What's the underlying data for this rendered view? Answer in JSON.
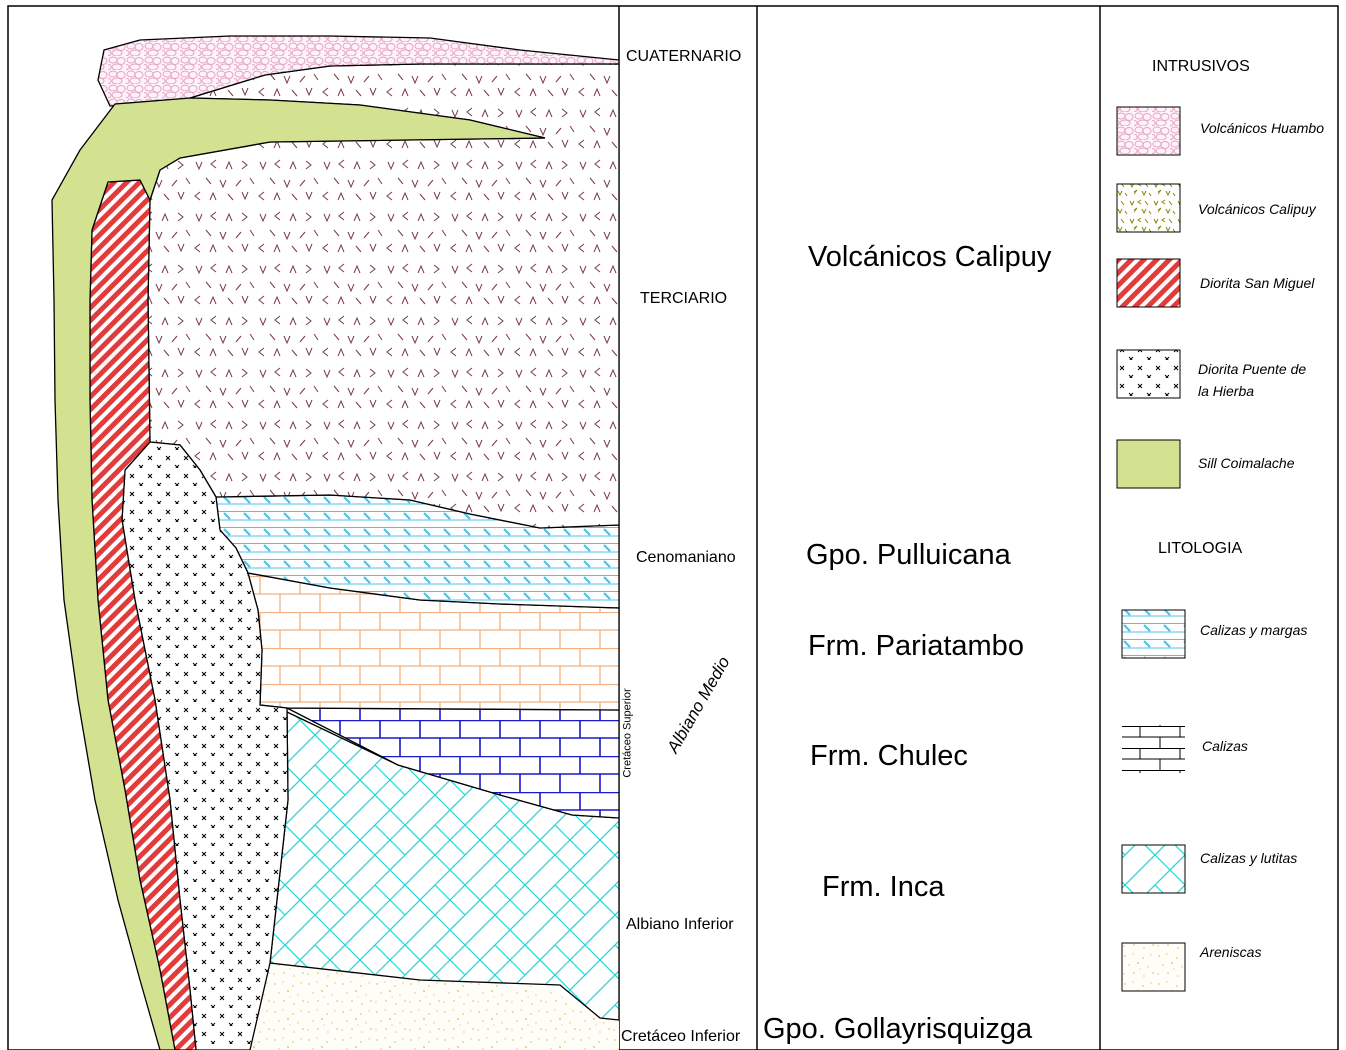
{
  "ages": {
    "cuaternario": "CUATERNARIO",
    "terciario": "TERCIARIO",
    "cenomaniano": "Cenomaniano",
    "albiano_inferior": "Albiano Inferior",
    "cretaceo_inferior": "Cretáceo Inferior",
    "albiano_medio": "Albiano Medio",
    "cretaceo_superior": "Cretáceo Superior"
  },
  "units": {
    "calipuy": "Volcánicos Calipuy",
    "pulluicana": "Gpo. Pulluicana",
    "pariatambo": "Frm. Pariatambo",
    "chulec": "Frm. Chulec",
    "inca": "Frm. Inca",
    "gollayrisquizga": "Gpo. Gollayrisquizga"
  },
  "legend": {
    "intrusivos_title": "INTRUSIVOS",
    "litologia_title": "LITOLOGIA",
    "items": [
      {
        "label": "Volcánicos Huambo",
        "pattern": "cobbles",
        "color": "#e5a3c8"
      },
      {
        "label": "Volcánicos Calipuy",
        "pattern": "volcanic-v",
        "color": "#8a8a00"
      },
      {
        "label": "Diorita San Miguel",
        "pattern": "hatch",
        "color": "#e23b3b"
      },
      {
        "label_line1": "Diorita Puente de",
        "label_line2": "la Hierba",
        "pattern": "crosses",
        "color": "#000000"
      },
      {
        "label": "Sill Coimalache",
        "pattern": "solid",
        "color": "#d3e291"
      },
      {
        "label": "Calizas y margas",
        "pattern": "marl",
        "color": "#4fc3e8"
      },
      {
        "label": "Calizas",
        "pattern": "bricks",
        "color": "#000000"
      },
      {
        "label": "Calizas y lutitas",
        "pattern": "herringbone",
        "color": "#1fd6d6"
      },
      {
        "label": "Areniscas",
        "pattern": "sand",
        "color": "#e6c67a"
      }
    ]
  },
  "colors": {
    "huambo": "#e5a3c8",
    "calipuy_v": "#7a3a48",
    "san_miguel": "#e23b3b",
    "sill": "#d3e291",
    "marl": "#4fc3e8",
    "pariatambo_brick": "#f2b080",
    "chulec_brick": "#1818c8",
    "inca": "#1fd6d6",
    "sand": "#e6c67a"
  }
}
